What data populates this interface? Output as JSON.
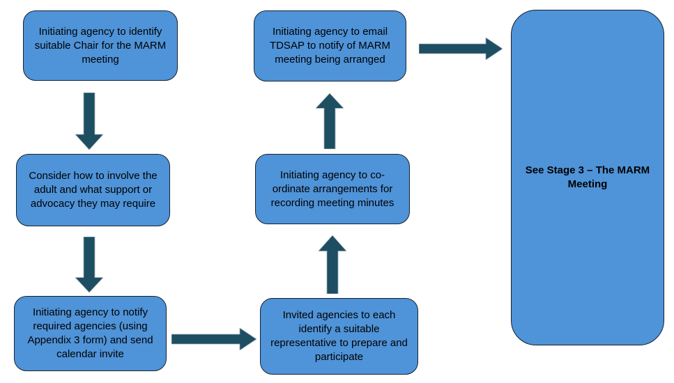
{
  "diagram": {
    "colors": {
      "background": "#FFFFFF",
      "node_fill": "#4F93D8",
      "node_border": "#16222E",
      "arrow": "#1D4E62",
      "text": "#000000"
    },
    "nodes": {
      "identify_chair": {
        "text": "Initiating agency to identify suitable Chair for the MARM meeting"
      },
      "involve_adult": {
        "text": "Consider how to involve the adult and what support or advocacy they may require"
      },
      "notify_agencies": {
        "text": "Initiating agency to notify required agencies (using Appendix 3 form) and send calendar invite"
      },
      "identify_representative": {
        "text": "Invited agencies to each identify a suitable representative to prepare and participate"
      },
      "coordinate_minutes": {
        "text": "Initiating agency to co-ordinate arrangements for recording meeting minutes"
      },
      "email_tdsap": {
        "text": "Initiating agency to email TDSAP to notify of MARM meeting being arranged"
      },
      "stage3_marm_meeting": {
        "text": "See Stage 3 – The MARM Meeting"
      }
    },
    "edges": [
      {
        "from": "identify_chair",
        "to": "involve_adult",
        "direction": "down"
      },
      {
        "from": "involve_adult",
        "to": "notify_agencies",
        "direction": "down"
      },
      {
        "from": "notify_agencies",
        "to": "identify_representative",
        "direction": "right"
      },
      {
        "from": "identify_representative",
        "to": "coordinate_minutes",
        "direction": "up"
      },
      {
        "from": "coordinate_minutes",
        "to": "email_tdsap",
        "direction": "up"
      },
      {
        "from": "email_tdsap",
        "to": "stage3_marm_meeting",
        "direction": "right"
      }
    ]
  }
}
